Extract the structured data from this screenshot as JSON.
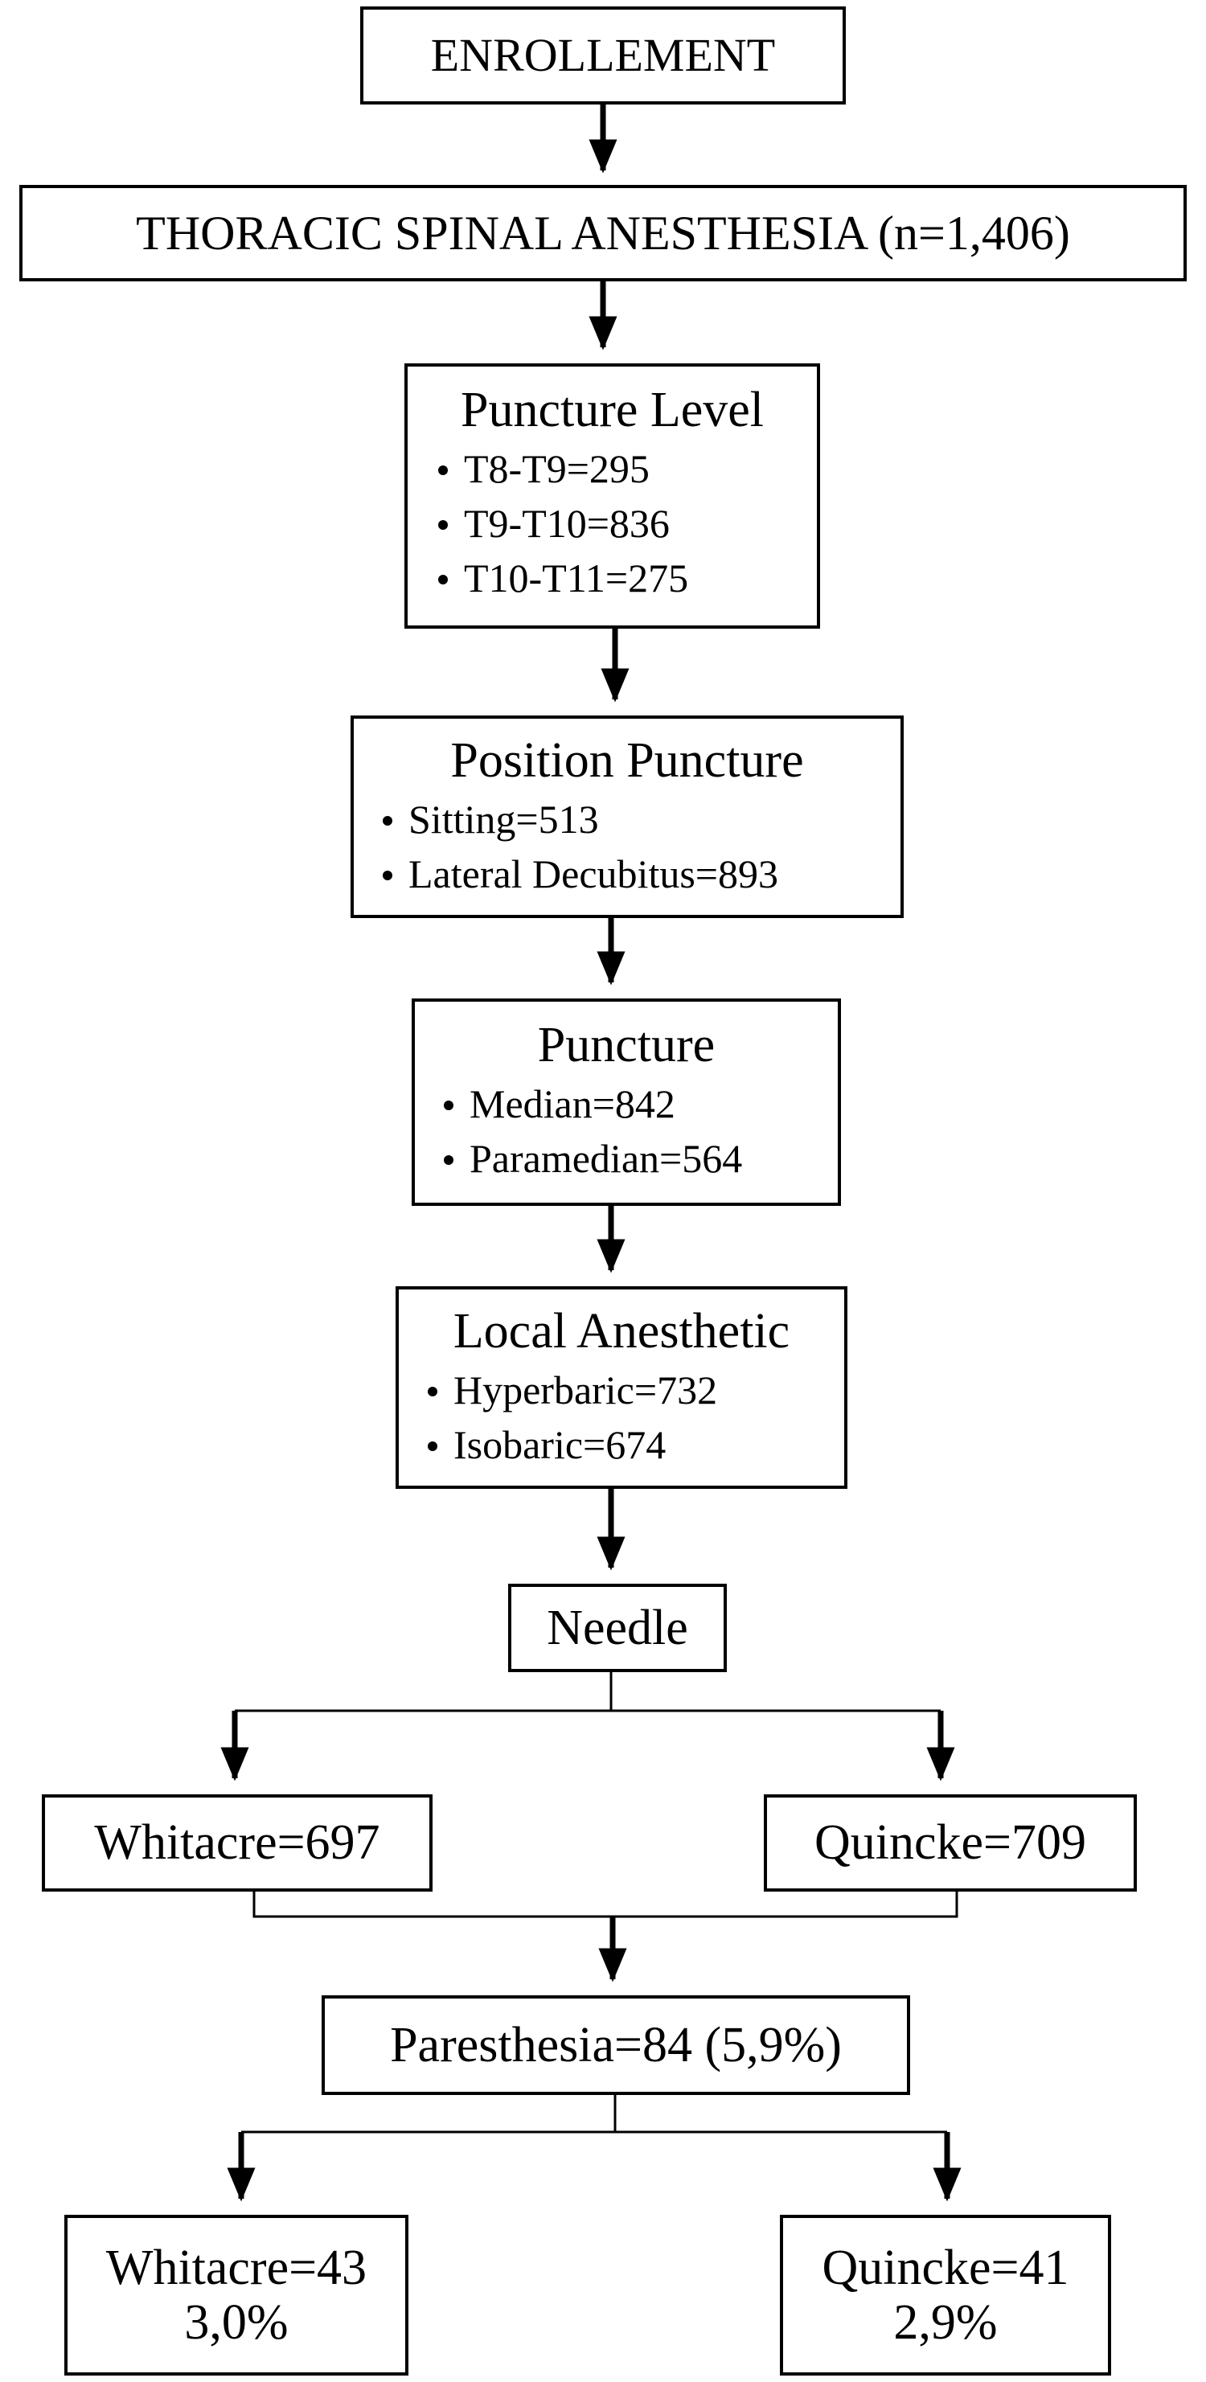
{
  "enrollment": "ENROLLEMENT",
  "thoracic": "THORACIC SPINAL ANESTHESIA (n=1,406)",
  "puncture_level": {
    "title": "Puncture Level",
    "items": [
      "T8-T9=295",
      "T9-T10=836",
      "T10-T11=275"
    ]
  },
  "position_puncture": {
    "title": "Position Puncture",
    "items": [
      "Sitting=513",
      "Lateral Decubitus=893"
    ]
  },
  "puncture": {
    "title": "Puncture",
    "items": [
      "Median=842",
      "Paramedian=564"
    ]
  },
  "local_anesthetic": {
    "title": "Local Anesthetic",
    "items": [
      "Hyperbaric=732",
      "Isobaric=674"
    ]
  },
  "needle": "Needle",
  "whitacre": "Whitacre=697",
  "quincke": "Quincke=709",
  "paresthesia": "Paresthesia=84 (5,9%)",
  "whitacre_result": {
    "count": "Whitacre=43",
    "pct": "3,0%"
  },
  "quincke_result": {
    "count": "Quincke=41",
    "pct": "2,9%"
  },
  "colors": {
    "line": "#000000",
    "background": "#ffffff"
  }
}
